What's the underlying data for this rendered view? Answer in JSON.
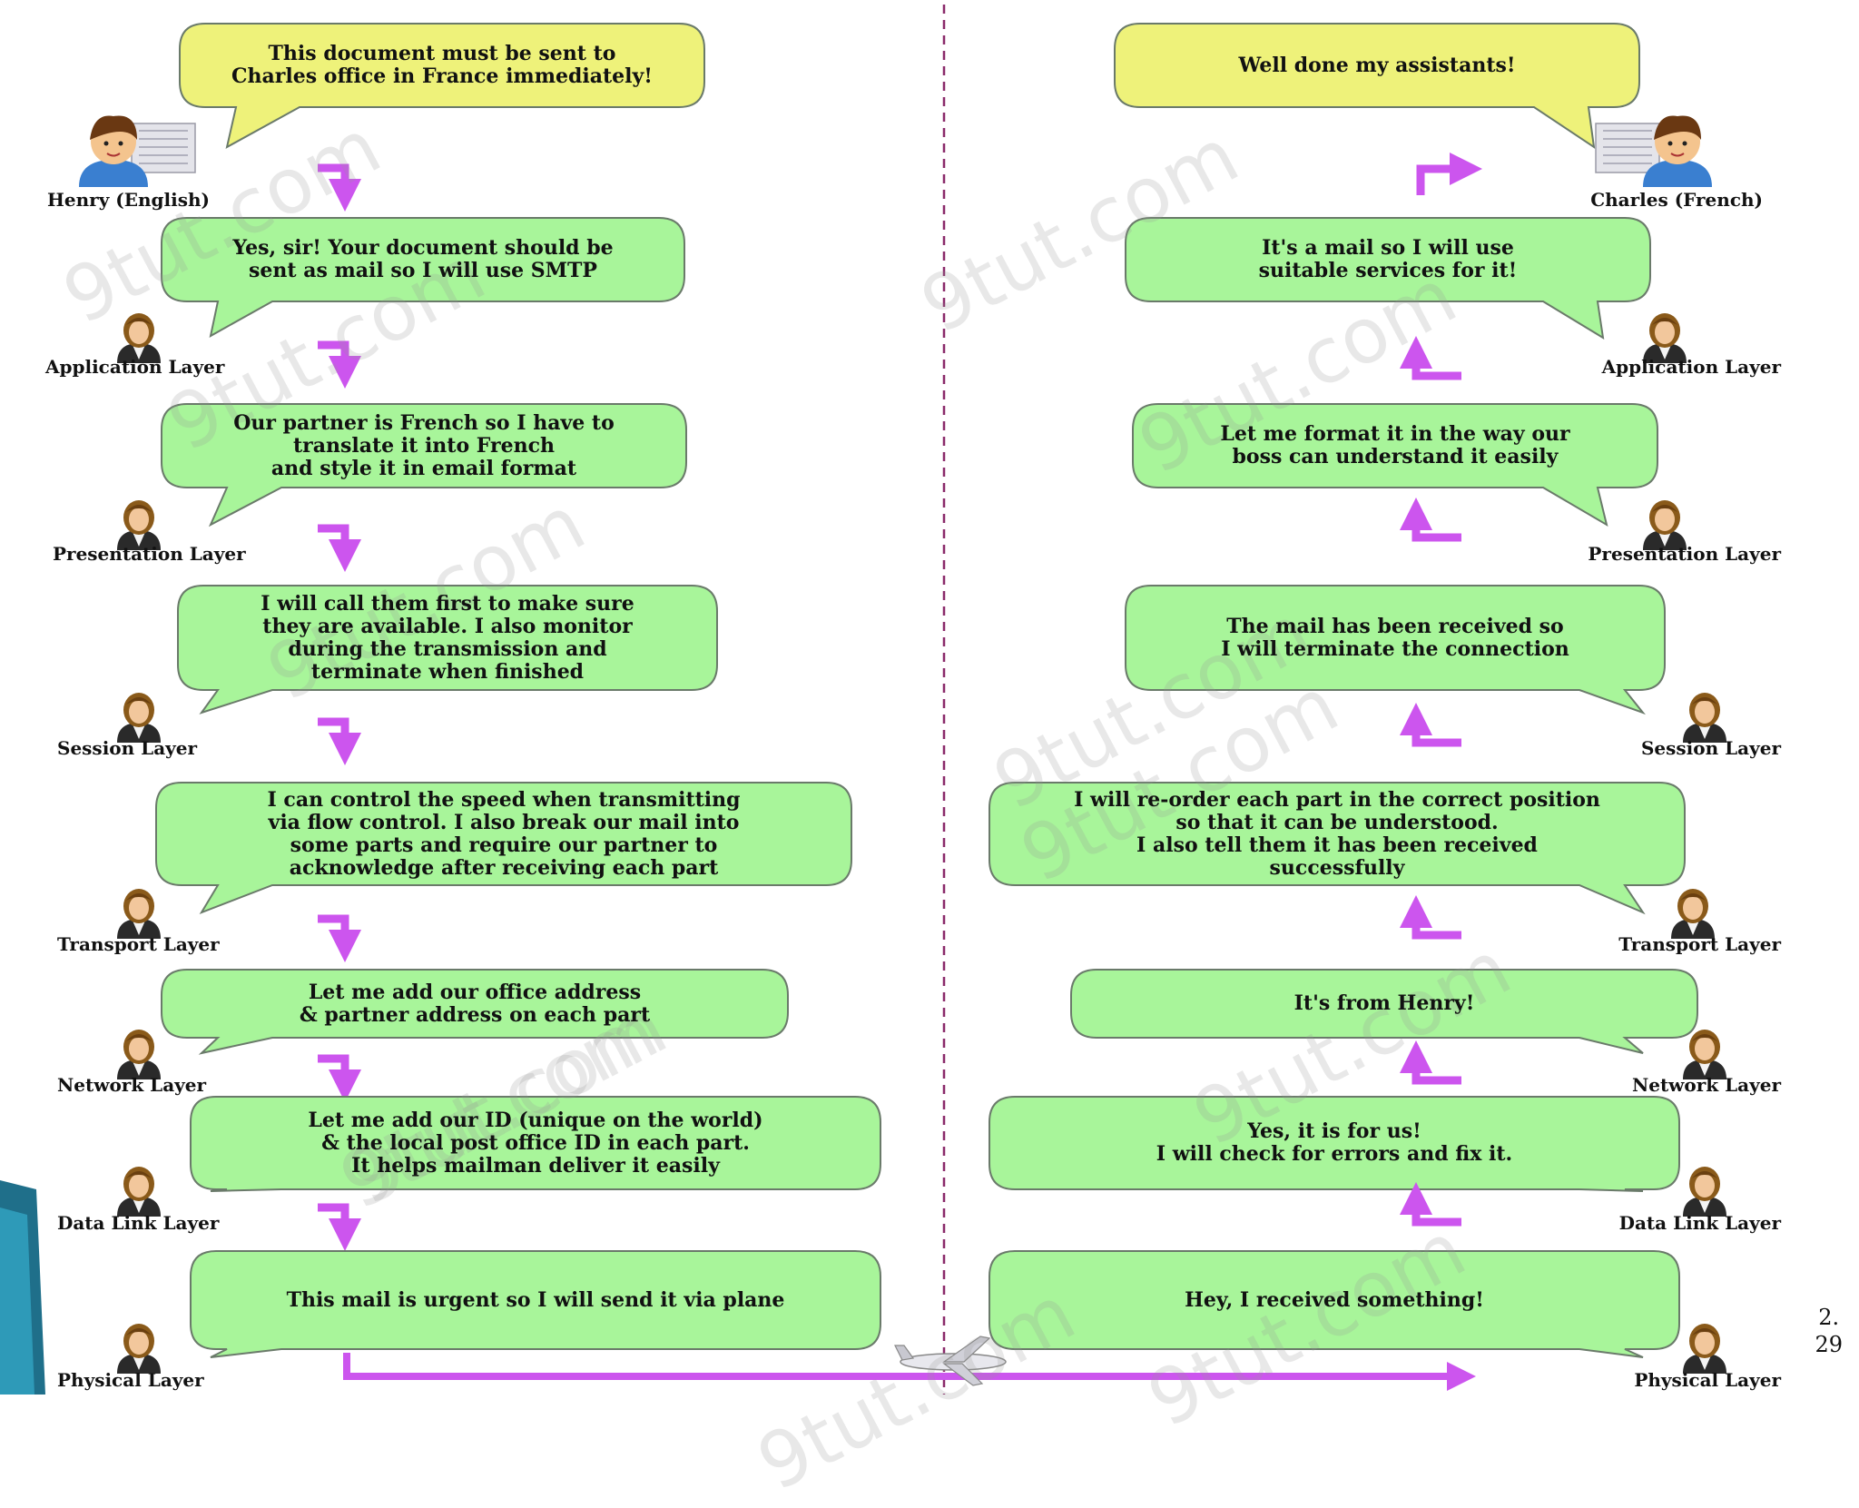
{
  "slide": {
    "number": "2.\n29"
  },
  "sender": {
    "person_label": "Henry (English)",
    "boss_bubble": "This document must be sent to\nCharles office in France immediately!",
    "layers": [
      {
        "label": "Application Layer",
        "bubble": "Yes, sir! Your document should be\nsent as mail so I will use SMTP"
      },
      {
        "label": "Presentation Layer",
        "bubble": "Our partner is French so I have to\ntranslate it into French\nand style it in email format"
      },
      {
        "label": "Session Layer",
        "bubble": "I will call them first to make sure\nthey are available. I also monitor\nduring the transmission and\nterminate when finished"
      },
      {
        "label": "Transport Layer",
        "bubble": "I can control the speed when transmitting\nvia flow control. I also break our mail into\nsome parts and require our partner to\nacknowledge after receiving each part"
      },
      {
        "label": "Network Layer",
        "bubble": "Let me add our office address\n& partner address on each part"
      },
      {
        "label": "Data Link Layer",
        "bubble": "Let me add our ID (unique on the world)\n& the local post office ID in each part.\nIt helps mailman deliver it easily"
      },
      {
        "label": "Physical Layer",
        "bubble": "This mail is urgent so I will send it via plane"
      }
    ]
  },
  "receiver": {
    "person_label": "Charles (French)",
    "boss_bubble": "Well done my assistants!",
    "layers": [
      {
        "label": "Application Layer",
        "bubble": "It's a mail so I will use\nsuitable services for it!"
      },
      {
        "label": "Presentation Layer",
        "bubble": "Let me format it in the way our\nboss can understand it easily"
      },
      {
        "label": "Session Layer",
        "bubble": "The mail has been received so\nI will terminate the connection"
      },
      {
        "label": "Transport Layer",
        "bubble": "I will re-order each part in the correct position\nso that it can be understood.\nI also tell them it has been received\nsuccessfully"
      },
      {
        "label": "Network Layer",
        "bubble": "It's from Henry!"
      },
      {
        "label": "Data Link Layer",
        "bubble": "Yes, it is for us!\nI will check for errors and fix it."
      },
      {
        "label": "Physical Layer",
        "bubble": "Hey, I received something!"
      }
    ]
  },
  "watermark": "9tut.com",
  "colors": {
    "bubble_green": "#a8f59a",
    "bubble_yellow": "#eef27a",
    "bubble_stroke": "#6a7a6a",
    "arrow_purple": "#cc55ee",
    "divider": "#8a2a6a"
  }
}
